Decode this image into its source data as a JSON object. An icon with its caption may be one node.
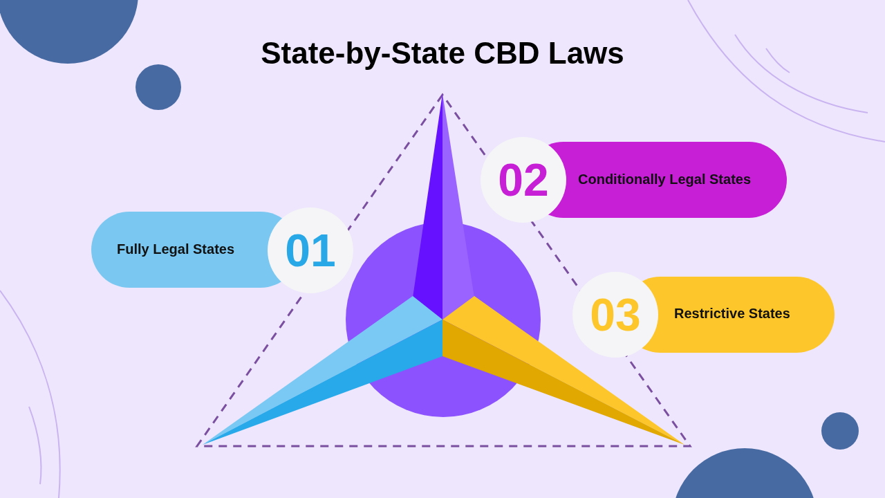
{
  "diagram": {
    "title": "State-by-State CBD Laws",
    "nodes": [
      {
        "text": [
          "Fully Legal States",
          "01"
        ]
      },
      {
        "text": [
          "02",
          "Conditionally Legal States"
        ]
      },
      {
        "text": [
          "03",
          "Restrictive States"
        ]
      }
    ]
  }
}
